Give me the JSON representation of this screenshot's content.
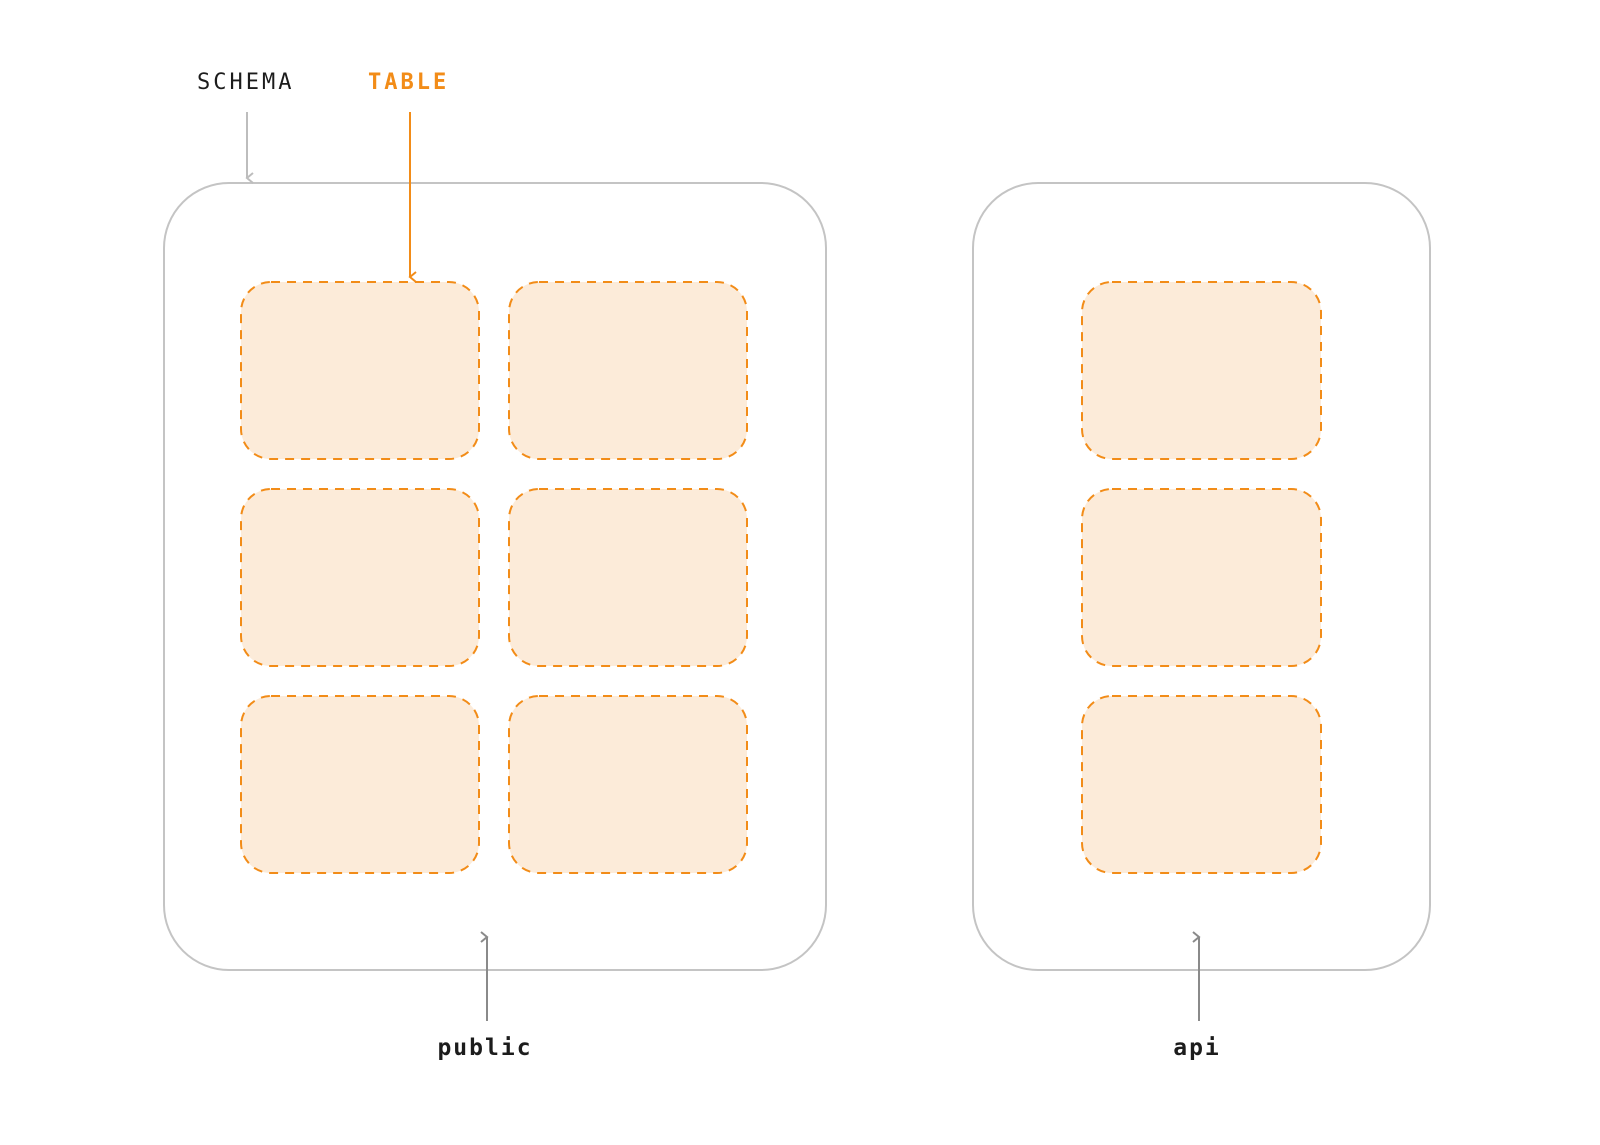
{
  "labels": {
    "schema": "SCHEMA",
    "table": "TABLE"
  },
  "schemas": [
    {
      "name": "public",
      "table_count": 6,
      "columns": 2
    },
    {
      "name": "api",
      "table_count": 3,
      "columns": 1
    }
  ],
  "colors": {
    "schema_border": "#c4c4c4",
    "table_border": "#f28c18",
    "table_fill": "#fcebd9",
    "table_accent": "#f28c18",
    "schema_arrow": "#bdbdbd",
    "name_arrow": "#8a8a8a",
    "text": "#1c1c1c"
  }
}
